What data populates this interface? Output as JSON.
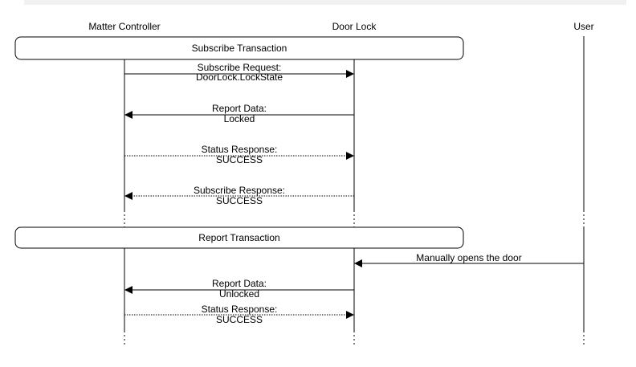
{
  "actors": [
    {
      "id": "controller",
      "label": "Matter Controller"
    },
    {
      "id": "lock",
      "label": "Door Lock"
    },
    {
      "id": "user",
      "label": "User"
    }
  ],
  "transactions": [
    {
      "label": "Subscribe Transaction"
    },
    {
      "label": "Report Transaction"
    }
  ],
  "messages": [
    {
      "from": "controller",
      "to": "lock",
      "style": "solid",
      "lines": [
        "Subscribe Request:",
        "DoorLock.LockState"
      ]
    },
    {
      "from": "lock",
      "to": "controller",
      "style": "solid",
      "lines": [
        "Report Data:",
        "Locked"
      ]
    },
    {
      "from": "controller",
      "to": "lock",
      "style": "dotted",
      "lines": [
        "Status Response:",
        "SUCCESS"
      ]
    },
    {
      "from": "lock",
      "to": "controller",
      "style": "dotted",
      "lines": [
        "Subscribe Response:",
        "SUCCESS"
      ]
    },
    {
      "from": "user",
      "to": "lock",
      "style": "solid",
      "lines": [
        "Manually opens the door"
      ]
    },
    {
      "from": "lock",
      "to": "controller",
      "style": "solid",
      "lines": [
        "Report Data:",
        "Unlocked"
      ]
    },
    {
      "from": "controller",
      "to": "lock",
      "style": "dotted",
      "lines": [
        "Status Response:",
        "SUCCESS"
      ]
    }
  ]
}
